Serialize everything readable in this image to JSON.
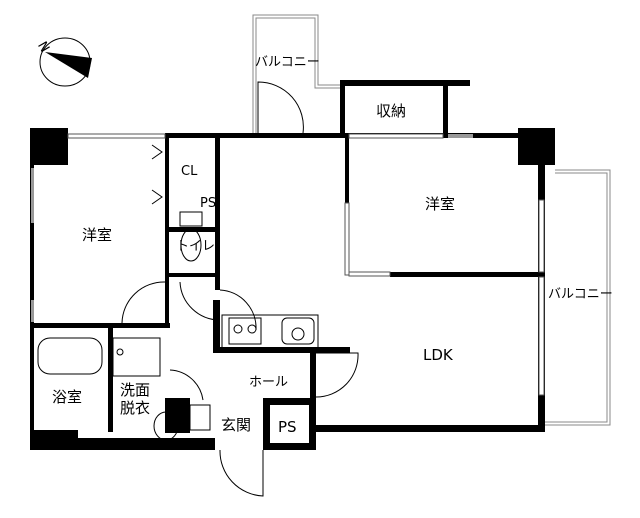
{
  "title": "Floor plan",
  "compass": {
    "label": "N"
  },
  "rooms": {
    "western_room_left": "洋室",
    "western_room_right": "洋室",
    "closet": "CL",
    "pipe_space_top": "PS",
    "toilet": "トイレ",
    "balcony_top": "バルコニー",
    "storage": "収納",
    "balcony_right": "バルコニー",
    "ldk": "LDK",
    "hall": "ホール",
    "bathroom": "浴室",
    "washroom_line1": "洗面",
    "washroom_line2": "脱衣",
    "entrance": "玄関",
    "pipe_space_bottom": "PS"
  }
}
